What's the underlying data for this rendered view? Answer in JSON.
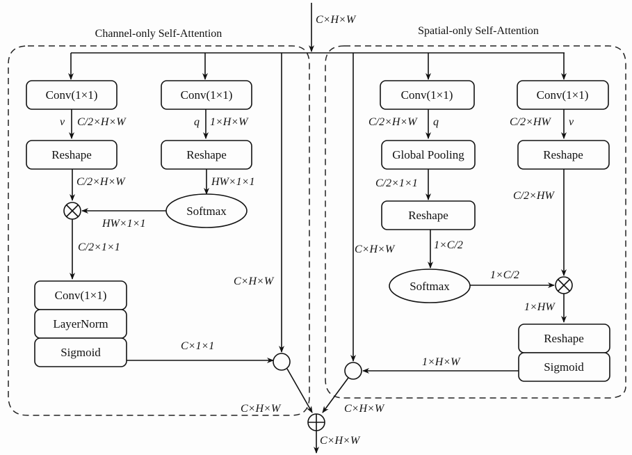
{
  "diagram": {
    "input_label": "C×H×W",
    "output_label": "C×H×W",
    "channel_branch": {
      "title": "Channel-only Self-Attention",
      "v_conv": "Conv(1×1)",
      "v_symbol": "v",
      "v_dim": "C/2×H×W",
      "v_reshape": "Reshape",
      "v_reshape_dim": "C/2×H×W",
      "q_conv": "Conv(1×1)",
      "q_symbol": "q",
      "q_dim": "1×H×W",
      "q_reshape": "Reshape",
      "q_reshape_dim": "HW×1×1",
      "softmax": "Softmax",
      "softmax_dim": "HW×1×1",
      "matmul_dim": "C/2×1×1",
      "conv_out": "Conv(1×1)",
      "layernorm": "LayerNorm",
      "sigmoid": "Sigmoid",
      "sigmoid_dim": "C×1×1",
      "skip_dim": "C×H×W",
      "out_dim": "C×H×W"
    },
    "spatial_branch": {
      "title": "Spatial-only Self-Attention",
      "q_conv": "Conv(1×1)",
      "q_symbol": "q",
      "q_dim": "C/2×H×W",
      "pooling": "Global Pooling",
      "pooling_dim": "C/2×1×1",
      "q_reshape": "Reshape",
      "q_reshape_dim": "1×C/2",
      "softmax": "Softmax",
      "softmax_dim": "1×C/2",
      "v_conv": "Conv(1×1)",
      "v_symbol": "v",
      "v_dim": "C/2×HW",
      "v_reshape": "Reshape",
      "v_reshape_dim": "C/2×HW",
      "matmul_dim": "1×HW",
      "reshape_out": "Reshape",
      "sigmoid": "Sigmoid",
      "sigmoid_dim": "1×H×W",
      "skip_dim": "C×H×W",
      "out_dim": "C×H×W"
    }
  }
}
